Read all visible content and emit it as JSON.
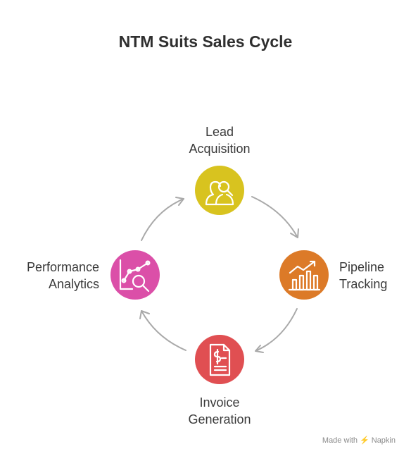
{
  "title": "NTM Suits Sales Cycle",
  "stages": [
    {
      "line1": "Lead",
      "line2": "Acquisition",
      "color": "#d8c31f",
      "icon": "people-search-icon"
    },
    {
      "line1": "Pipeline",
      "line2": "Tracking",
      "color": "#dc7a28",
      "icon": "bar-chart-trend-icon"
    },
    {
      "line1": "Invoice",
      "line2": "Generation",
      "color": "#e04f52",
      "icon": "invoice-document-icon"
    },
    {
      "line1": "Performance",
      "line2": "Analytics",
      "color": "#db4fa8",
      "icon": "analytics-magnifier-icon"
    }
  ],
  "arrow_color": "#a9a9a9",
  "branding": {
    "prefix": "Made with",
    "name": "Napkin"
  }
}
